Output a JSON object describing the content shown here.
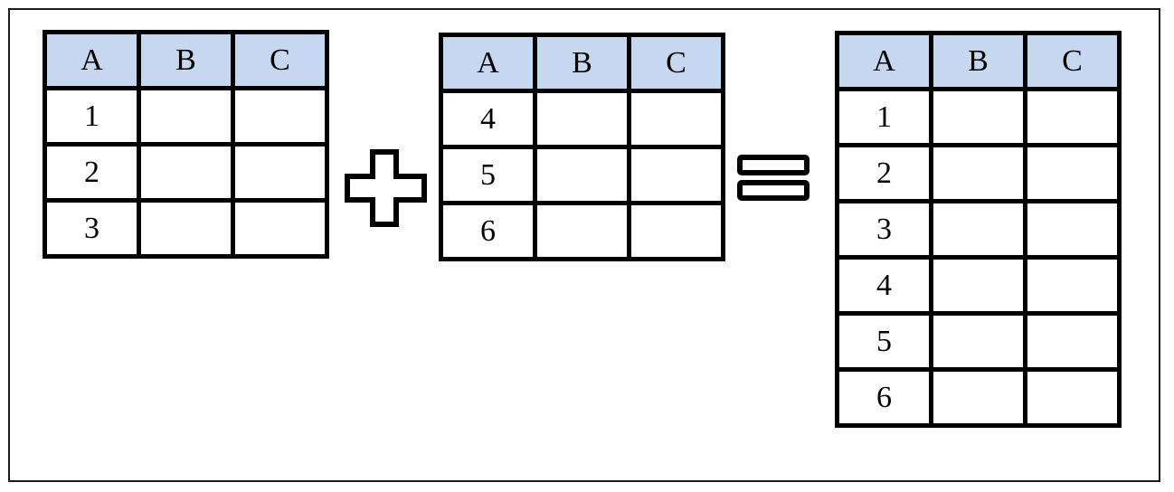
{
  "headers": [
    "A",
    "B",
    "C"
  ],
  "tables": {
    "left": {
      "rows": [
        "1",
        "2",
        "3"
      ]
    },
    "middle": {
      "rows": [
        "4",
        "5",
        "6"
      ]
    },
    "right": {
      "rows": [
        "1",
        "2",
        "3",
        "4",
        "5",
        "6"
      ]
    }
  },
  "operators": {
    "plus": "plus-sign",
    "equals": "equals-sign"
  },
  "colors": {
    "header_fill": "#c6d8ef",
    "border": "#000000",
    "background": "#ffffff"
  }
}
